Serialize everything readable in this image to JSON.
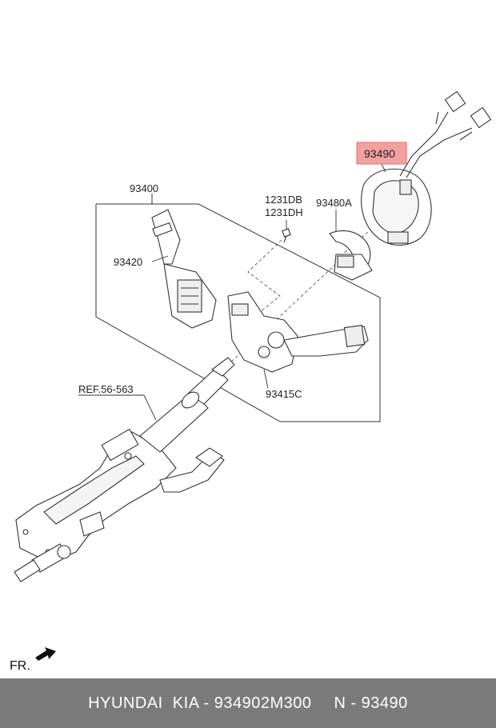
{
  "labels": {
    "p93400": "93400",
    "p1231db": "1231DB",
    "p1231dh": "1231DH",
    "p93480a": "93480A",
    "p93490": "93490",
    "p93420": "93420",
    "p93415c": "93415C",
    "ref": "REF.56-563",
    "fr": "FR."
  },
  "highlight_color": "#f4a0a0",
  "footer": {
    "brand": "HYUNDAI  KIA - 934902M300",
    "number": "N - 93490"
  }
}
